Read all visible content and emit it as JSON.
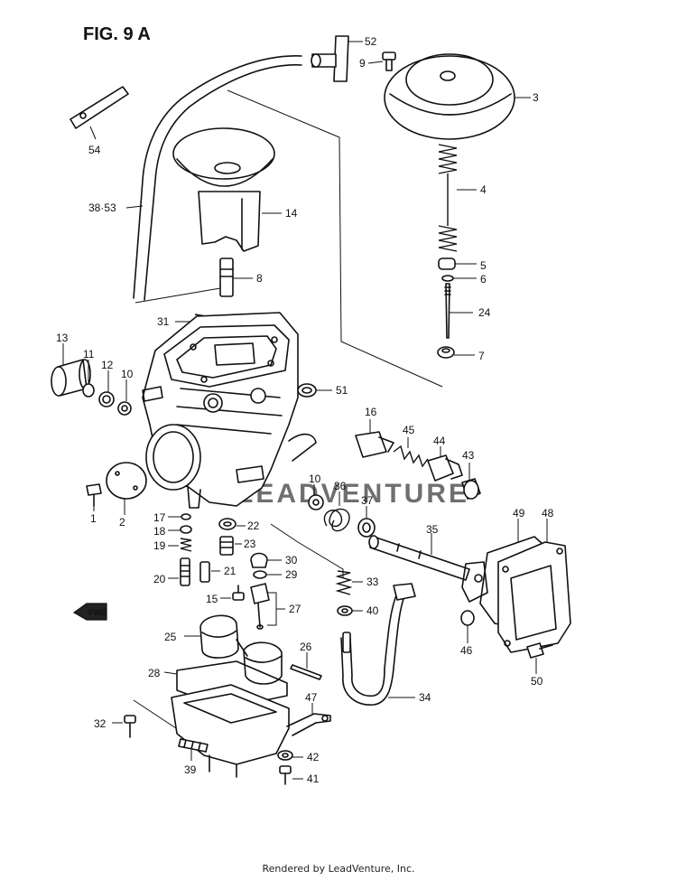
{
  "figure_title": "FIG. 9 A",
  "watermark_text": "LEADVENTURE",
  "footer_text": "Rendered by LeadVenture, Inc.",
  "fwd_label": "FWD",
  "callouts": {
    "c52": "52",
    "c9": "9",
    "c3": "3",
    "c54": "54",
    "c4": "4",
    "c3853": "38·53",
    "c14": "14",
    "c8": "8",
    "c5": "5",
    "c6": "6",
    "c24": "24",
    "c31": "31",
    "c7": "7",
    "c13": "13",
    "c11": "11",
    "c12": "12",
    "c10a": "10",
    "c51": "51",
    "c16": "16",
    "c45": "45",
    "c44": "44",
    "c43": "43",
    "c10b": "10",
    "c36": "36",
    "c37": "37",
    "c1": "1",
    "c2": "2",
    "c17": "17",
    "c18": "18",
    "c19": "19",
    "c22": "22",
    "c23": "23",
    "c35": "35",
    "c49": "49",
    "c48": "48",
    "c30": "30",
    "c29": "29",
    "c20": "20",
    "c21": "21",
    "c33": "33",
    "c15": "15",
    "c27": "27",
    "c40": "40",
    "c46": "46",
    "c25": "25",
    "c26": "26",
    "c28": "28",
    "c50": "50",
    "c47": "47",
    "c34": "34",
    "c32": "32",
    "c42": "42",
    "c39": "39",
    "c41": "41"
  }
}
